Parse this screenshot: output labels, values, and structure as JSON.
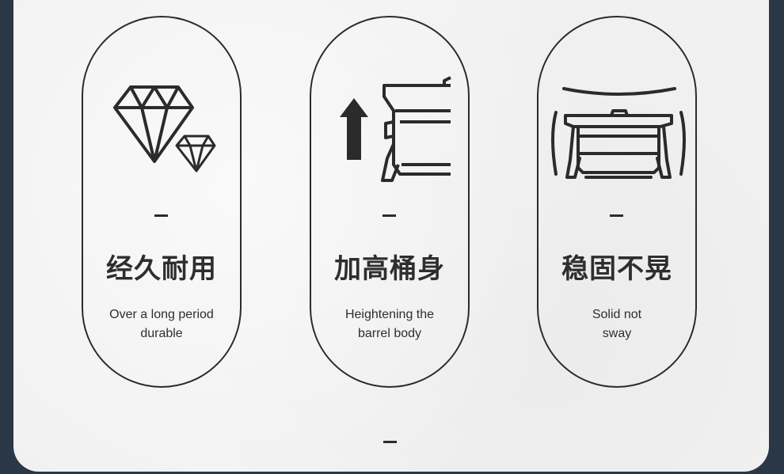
{
  "features": [
    {
      "icon": "diamond-icon",
      "dash": "—",
      "title": "经久耐用",
      "desc_line1": "Over a long period",
      "desc_line2": "durable"
    },
    {
      "icon": "up-arrow-tub-icon",
      "dash": "—",
      "title": "加高桶身",
      "desc_line1": "Heightening the",
      "desc_line2": "barrel body"
    },
    {
      "icon": "stable-tub-icon",
      "dash": "—",
      "title": "稳固不晃",
      "desc_line1": "Solid not",
      "desc_line2": "sway"
    }
  ],
  "colors": {
    "background": "#293746",
    "panel": "#f1f1f1",
    "stroke": "#2b2b2b",
    "text": "#2e2e2e"
  }
}
